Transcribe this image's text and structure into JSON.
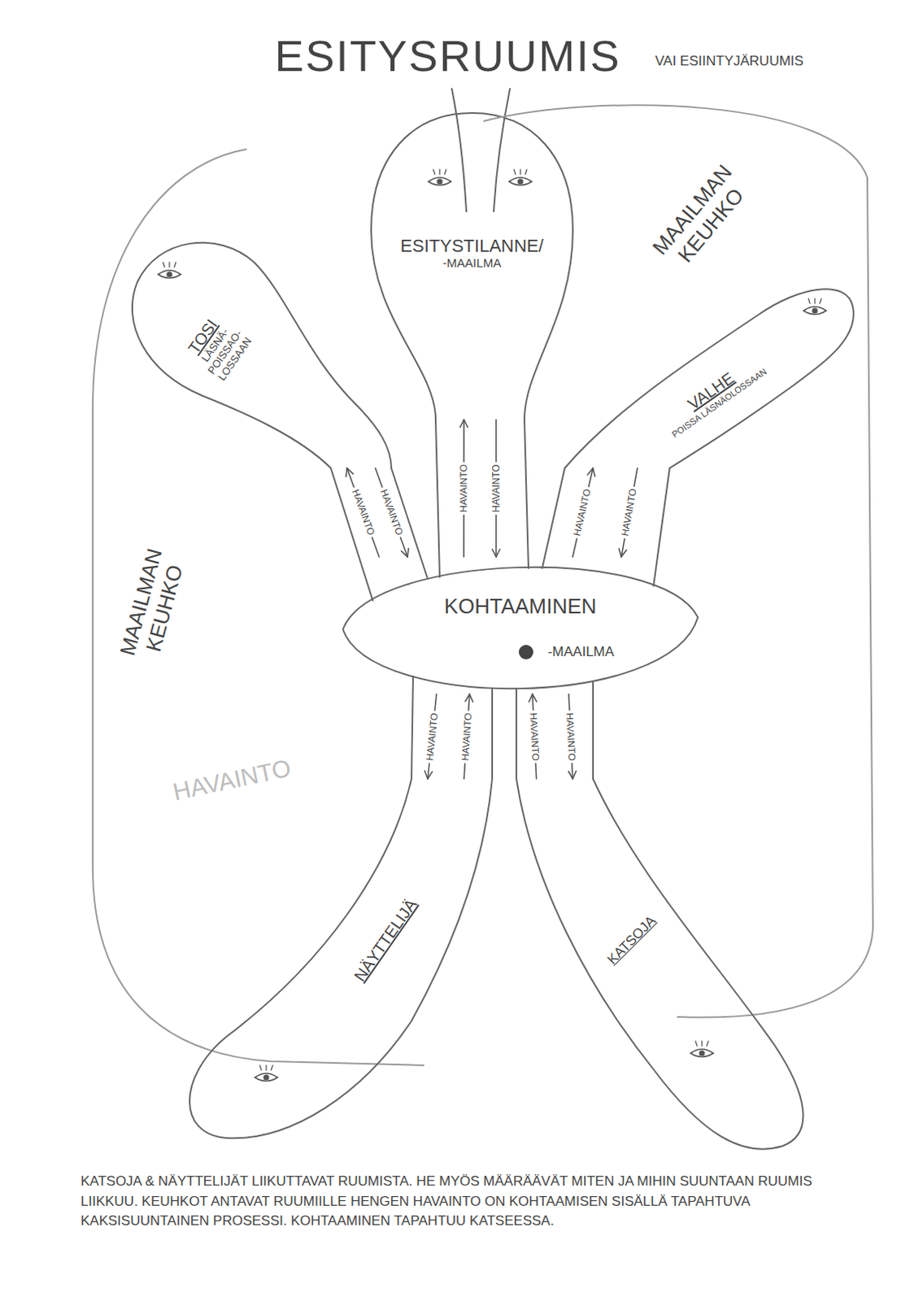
{
  "diagram": {
    "title": "ESITYSRUUMIS",
    "caption": "KATSOJA & NÄYTTELIJÄT LIIKUTTAVAT RUUMISTA. HE MYÖS MÄÄRÄÄVÄT MITEN JA MIHIN SUUNTAAN RUUMIS LIIKKUU. KEUHKOT ANTAVAT RUUMIILLE HENGEN HAVAINTO ON KOHTAAMISEN SISÄLLÄ TAPAHTUVA KAKSISUUNTAINEN PROSESSI. KOHTAAMINEN TAPAHTUU KATSEESSA.",
    "nodes": [
      {
        "text": [
          "ESITYSTILANNE/",
          "-MAAILMA"
        ]
      },
      {
        "text": [
          "MAAILMAN KEUHKO"
        ]
      },
      {
        "text": [
          "TOSI",
          "LÄSNÄ- POISSAO- LOSSAAN"
        ]
      },
      {
        "text": [
          "VALHE",
          "POISSA LÄSNÄOLOSSAAN"
        ]
      },
      {
        "text": [
          "MAAILMAN KEUHKO"
        ]
      },
      {
        "text": [
          "KOHTAAMINEN",
          "-MAAILMA"
        ]
      },
      {
        "text": [
          "NÄYTTELIJÄ"
        ]
      },
      {
        "text": [
          "KATSOJA"
        ]
      }
    ],
    "edges": [
      {
        "from": 5,
        "to": 0,
        "label": "HAVAINTO",
        "arrow": "to"
      },
      {
        "from": 0,
        "to": 5,
        "label": "HAVAINTO",
        "arrow": "to"
      },
      {
        "from": 5,
        "to": 2,
        "label": "HAVAINTO",
        "arrow": "to"
      },
      {
        "from": 2,
        "to": 5,
        "label": "HAVAINTO",
        "arrow": "to"
      },
      {
        "from": 5,
        "to": 3,
        "label": "HAVAINTO",
        "arrow": "to"
      },
      {
        "from": 3,
        "to": 5,
        "label": "HAVAINTO",
        "arrow": "to"
      },
      {
        "from": 5,
        "to": 6,
        "label": "HAVAINTO",
        "arrow": "to"
      },
      {
        "from": 6,
        "to": 5,
        "label": "HAVAINTO",
        "arrow": "to"
      },
      {
        "from": 5,
        "to": 7,
        "label": "HAVAINTO",
        "arrow": "to"
      },
      {
        "from": 7,
        "to": 5,
        "label": "HAVAINTO",
        "arrow": "to"
      }
    ],
    "labels": [
      "VAI ESIINTYJÄRUUMIS",
      "HAVAINTO"
    ]
  }
}
